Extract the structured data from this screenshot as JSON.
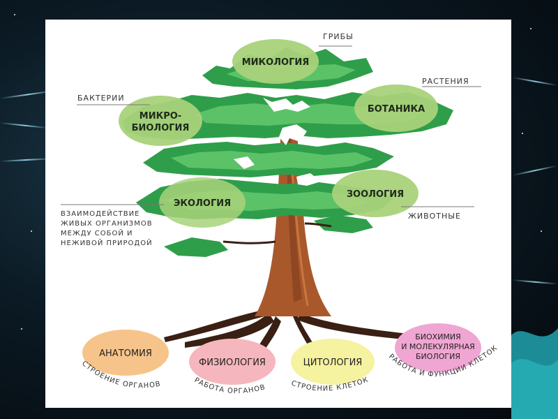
{
  "branches": {
    "mycology": {
      "title": "МИКОЛОГИЯ",
      "caption": "ГРИБЫ"
    },
    "microbiology": {
      "title_line1": "МИКРО-",
      "title_line2": "БИОЛОГИЯ",
      "caption": "БАКТЕРИИ"
    },
    "botany": {
      "title": "БОТАНИКА",
      "caption": "РАСТЕНИЯ"
    },
    "ecology": {
      "title": "ЭКОЛОГИЯ",
      "caption_lines": [
        "ВЗАИМОДЕЙСТВИЕ",
        "ЖИВЫХ ОРГАНИЗМОВ",
        "МЕЖДУ СОБОЙ И",
        "НЕЖИВОЙ ПРИРОДОЙ"
      ]
    },
    "zoology": {
      "title": "ЗООЛОГИЯ",
      "caption": "ЖИВОТНЫЕ"
    }
  },
  "roots": {
    "anatomy": {
      "title": "АНАТОМИЯ",
      "caption": "СТРОЕНИЕ ОРГАНОВ"
    },
    "physiology": {
      "title": "ФИЗИОЛОГИЯ",
      "caption": "РАБОТА ОРГАНОВ"
    },
    "cytology": {
      "title": "ЦИТОЛОГИЯ",
      "caption": "СТРОЕНИЕ КЛЕТОК"
    },
    "biochemistry": {
      "title_lines": [
        "БИОХИМИЯ",
        "И МОЛЕКУЛЯРНАЯ",
        "БИОЛОГИЯ"
      ],
      "caption": "РАБОТА И ФУНКЦИИ КЛЕТОК"
    }
  },
  "colors": {
    "crown_dark": "#2f9e4a",
    "crown_light": "#5cc268",
    "trunk": "#a9582c",
    "branch_oval": "#a8d27a",
    "anatomy": "#f6c48a",
    "physiology": "#f6b6bd",
    "cytology": "#f5f2a0",
    "biochemistry": "#f0a6d2"
  }
}
